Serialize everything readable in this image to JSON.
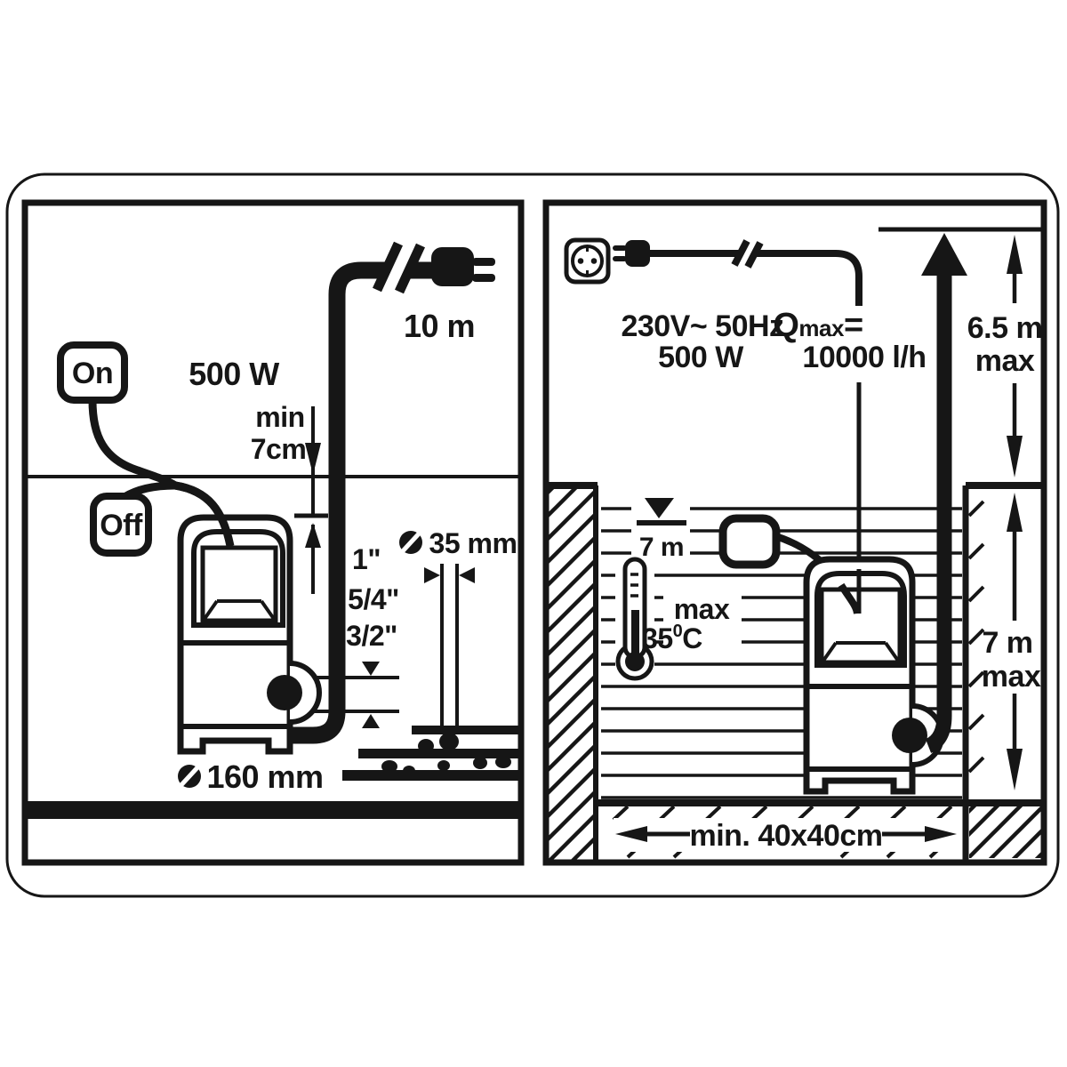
{
  "diagram_title": "submersible pump installation diagram",
  "colors": {
    "ink": "#161616",
    "background": "#ffffff"
  },
  "left": {
    "power": "500 W",
    "cable_length": "10 m",
    "switch_on": "On",
    "switch_off": "Off",
    "min_label": "min",
    "min_value": "7cm",
    "hose_size_1": "1\"",
    "hose_size_2": "5/4\"",
    "hose_size_3": "3/2\"",
    "grain_size": "35 mm",
    "pump_diameter": "160 mm"
  },
  "right": {
    "voltage_freq": "230V~ 50Hz",
    "power": "500 W",
    "qmax": {
      "q": "Q",
      "sub": "max",
      "eq": "=",
      "value": "10000 l/h"
    },
    "head": {
      "value": "6.5 m",
      "label": "max"
    },
    "water_level": "7 m",
    "temp": {
      "label": "max",
      "value": "35",
      "sup": "0",
      "unit": "C"
    },
    "depth": {
      "value": "7 m",
      "label": "max"
    },
    "pit_size": "min. 40x40cm"
  }
}
